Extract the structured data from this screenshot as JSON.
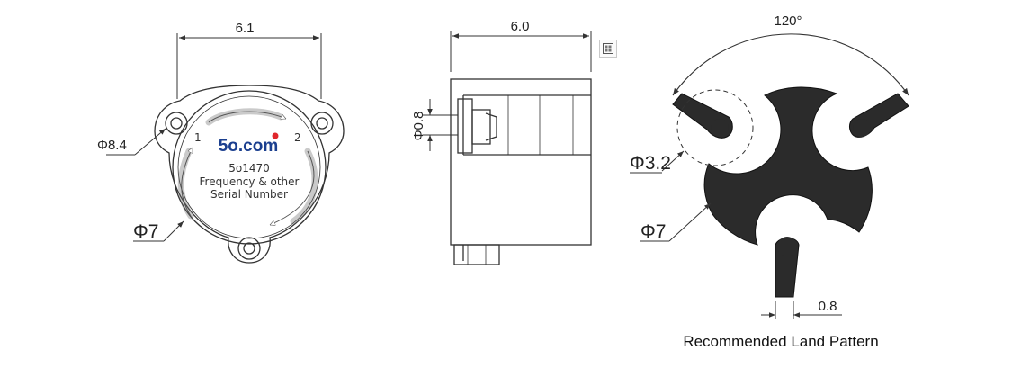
{
  "top_view": {
    "width_dim": "6.1",
    "mount_dia": "Φ8.4",
    "body_dia": "Φ7",
    "port1": "1",
    "port2": "2",
    "brand": "5o.com",
    "part_number": "5o1470",
    "note_line1": "Frequency & other",
    "note_line2": "Serial Number"
  },
  "side_view": {
    "width_dim": "6.0",
    "pin_dia": "Φ0.8"
  },
  "land_pattern": {
    "angle": "120°",
    "hole_dia": "Φ3.2",
    "pad_dia": "Φ7",
    "slot_width": "0.8",
    "caption": "Recommended Land Pattern"
  },
  "toolbar": {
    "icon": "image-grid-icon"
  },
  "colors": {
    "line": "#333333",
    "pad": "#2b2b2b",
    "brand": "#1b3f8f",
    "brand_dot": "#e0262c"
  }
}
